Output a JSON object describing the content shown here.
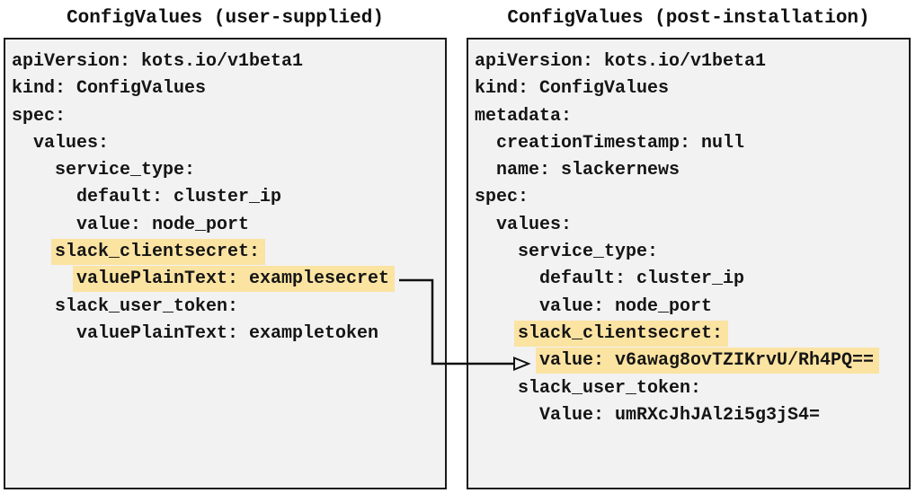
{
  "diagram": {
    "left": {
      "title": "ConfigValues (user-supplied)",
      "lines": [
        "apiVersion: kots.io/v1beta1",
        "kind: ConfigValues",
        "spec:",
        "values:",
        "service_type:",
        "default: cluster_ip",
        "value: node_port",
        "slack_clientsecret:",
        "valuePlainText: examplesecret",
        "slack_user_token:",
        "valuePlainText: exampletoken"
      ]
    },
    "right": {
      "title": "ConfigValues (post-installation)",
      "lines": [
        "apiVersion: kots.io/v1beta1",
        "kind: ConfigValues",
        "metadata:",
        "creationTimestamp: null",
        "name: slackernews",
        "spec:",
        "values:",
        "service_type:",
        "default: cluster_ip",
        "value: node_port",
        "slack_clientsecret:",
        "value: v6awag8ovTZIKrvU/Rh4PQ==",
        "slack_user_token:",
        "Value: umRXcJhJAl2i5g3jS4="
      ]
    },
    "colors": {
      "highlight": "#FBE3A2",
      "panel_background": "#F2F2F2",
      "border": "#1A1A1A"
    }
  }
}
